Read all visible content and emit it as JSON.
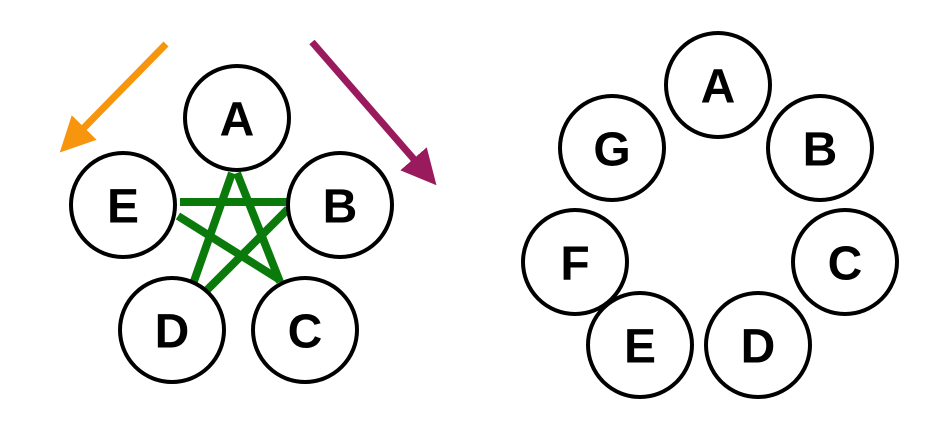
{
  "colors": {
    "star": "#0a7a0a",
    "arrow_left": "#f7960e",
    "arrow_right": "#9a1a5e"
  },
  "left_graph": {
    "nodes": [
      "A",
      "B",
      "C",
      "D",
      "E"
    ]
  },
  "right_graph": {
    "nodes": [
      "A",
      "B",
      "C",
      "D",
      "E",
      "F",
      "G"
    ]
  }
}
